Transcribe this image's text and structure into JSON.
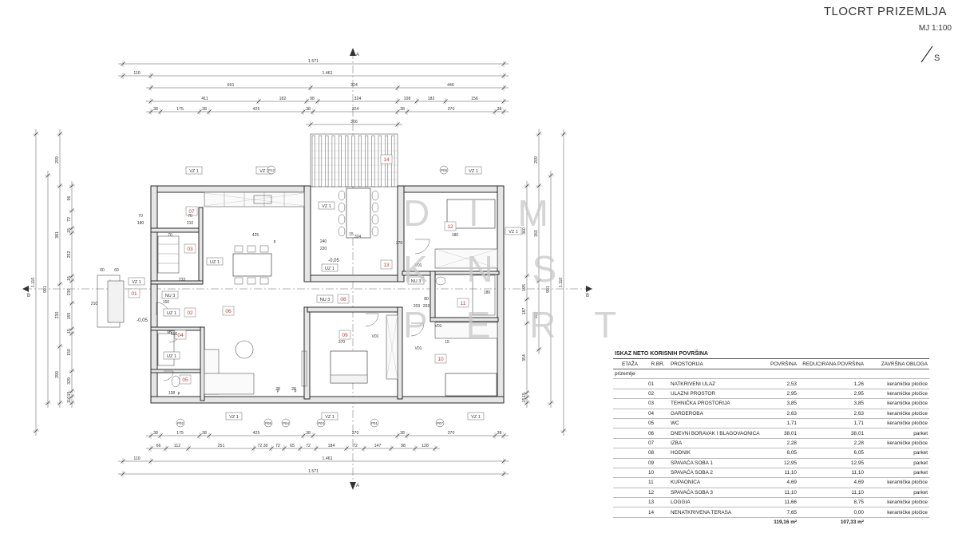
{
  "header": {
    "title": "TLOCRT PRIZEMLJA",
    "scale": "MJ 1:100",
    "north": "S"
  },
  "watermark": [
    "D I M",
    "K N S",
    "P E R T"
  ],
  "dimensions": {
    "top_row1": "1.571",
    "top_row2": [
      "110",
      "1.461"
    ],
    "top_row3": [
      "691",
      "324",
      "446"
    ],
    "top_row4": [
      "411",
      "182",
      "98",
      "324",
      "108",
      "182",
      "156"
    ],
    "top_row5": [
      "38",
      "175",
      "38",
      "425",
      "38",
      "324",
      "38",
      "370",
      "38"
    ],
    "terrace": "366",
    "bottom_row1": [
      "38",
      "175",
      "38",
      "425",
      "38",
      "370",
      "38",
      "370",
      "38"
    ],
    "bottom_row2": [
      "66",
      "112",
      "251",
      "72 30",
      "72",
      "65",
      "72",
      "184",
      "72",
      "147",
      "98",
      "128"
    ],
    "bottom_row3": [
      "110",
      "1.461"
    ],
    "bottom_row4": "1.571",
    "left_total": "1.110",
    "left_mid": "901",
    "left_parts": [
      "209",
      "381",
      "230",
      "290"
    ],
    "left_small": [
      "96",
      "72",
      "15",
      "252",
      "15",
      "230",
      "155",
      "15",
      "150",
      "329",
      "15",
      "110"
    ],
    "right_total": "1.110",
    "right_mid": "901",
    "right_parts": [
      "209",
      "360",
      "300"
    ],
    "right_small": [
      "360",
      "195",
      "187",
      "354",
      "15",
      "15"
    ]
  },
  "section_marks": {
    "a": "A",
    "b": "B"
  },
  "rooms": [
    {
      "no": "01",
      "name": "NATKRIVENI ULAZ",
      "area": "2,53",
      "reduced": "1,26",
      "finish": "keramičke pločice"
    },
    {
      "no": "02",
      "name": "ULAZNI PROSTOR",
      "area": "2,95",
      "reduced": "2,95",
      "finish": "keramičke pločice"
    },
    {
      "no": "03",
      "name": "TEHNIČKA PROSTORIJA",
      "area": "3,85",
      "reduced": "3,85",
      "finish": "keramičke pločice"
    },
    {
      "no": "04",
      "name": "GARDEROBA",
      "area": "2,63",
      "reduced": "2,63",
      "finish": "keramičke pločice"
    },
    {
      "no": "05",
      "name": "WC",
      "area": "1,71",
      "reduced": "1,71",
      "finish": "keramičke pločice"
    },
    {
      "no": "06",
      "name": "DNEVNI BORAVAK I BLAGOVAONICA",
      "area": "38,01",
      "reduced": "38,01",
      "finish": "parket"
    },
    {
      "no": "07",
      "name": "IZBA",
      "area": "2,28",
      "reduced": "2,28",
      "finish": "keramičke pločice"
    },
    {
      "no": "08",
      "name": "HODNIK",
      "area": "6,05",
      "reduced": "6,05",
      "finish": "parket"
    },
    {
      "no": "09",
      "name": "SPAVAĆA SOBA 1",
      "area": "12,95",
      "reduced": "12,95",
      "finish": "parket"
    },
    {
      "no": "10",
      "name": "SPAVAĆA SOBA 2",
      "area": "11,10",
      "reduced": "11,10",
      "finish": "parket"
    },
    {
      "no": "11",
      "name": "KUPAONICA",
      "area": "4,69",
      "reduced": "4,69",
      "finish": "keramičke pločice"
    },
    {
      "no": "12",
      "name": "SPAVAĆA SOBA 3",
      "area": "11,10",
      "reduced": "11,10",
      "finish": "parket"
    },
    {
      "no": "13",
      "name": "LOGGIA",
      "area": "11,66",
      "reduced": "8,75",
      "finish": "keramičke pločice"
    },
    {
      "no": "14",
      "name": "NENATKRIVENA TERASA",
      "area": "7,65",
      "reduced": "0,00",
      "finish": "keramičke pločice"
    }
  ],
  "table": {
    "title": "ISKAZ NETO KORISNIH POVRŠINA",
    "headers": [
      "ETAŽA",
      "R.BR.",
      "PROSTORIJA",
      "POVRŠINA",
      "REDUCIRANA POVRŠINA",
      "ZAVRŠNA OBLOGA"
    ],
    "floor": "prizemlje",
    "total_area": "119,16 m²",
    "total_reduced": "107,33 m²"
  },
  "plan_labels": {
    "vz": "VZ 1",
    "uz": "UZ 1",
    "nu": "NU 3",
    "v1": "V01",
    "p_tags": [
      "P12",
      "P06",
      "P05",
      "P04",
      "P03",
      "P02",
      "P07",
      "P01"
    ],
    "dims_inner": [
      "70",
      "180",
      "70",
      "210",
      "70",
      "425",
      "240",
      "220",
      "324",
      "150",
      "370",
      "150",
      "80",
      "203",
      "60",
      "210",
      "180",
      "28",
      "28",
      "138",
      "233",
      "96",
      "60",
      "203",
      "15",
      "15",
      "370",
      "180"
    ],
    "levels": [
      "-0,05",
      "-0,05"
    ],
    "heights": [
      "p",
      "p",
      "p",
      "p"
    ]
  },
  "colors": {
    "wall": "#2a2a2a",
    "room_tag": "#c0392b",
    "line": "#444444",
    "light": "#9a9a9a"
  }
}
